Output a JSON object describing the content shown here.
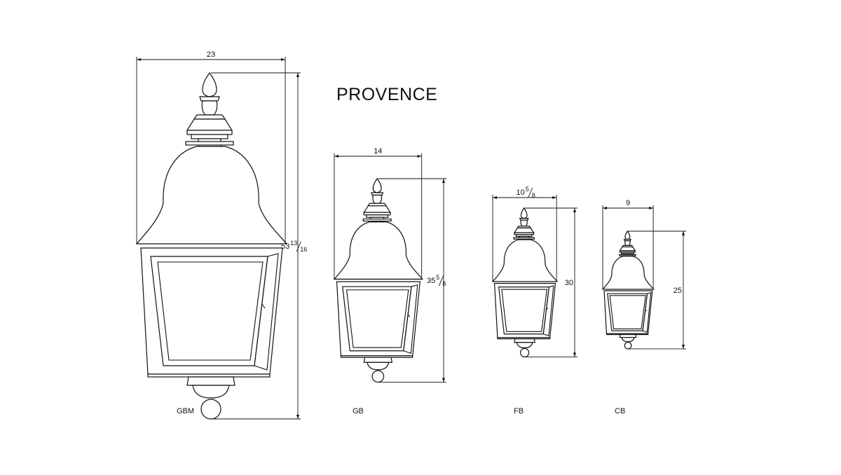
{
  "title": "PROVENCE",
  "lanterns": [
    {
      "model": "GBM",
      "width": {
        "whole": "23",
        "num": "",
        "den": ""
      },
      "height": {
        "whole": "53",
        "num": "13",
        "den": "16"
      }
    },
    {
      "model": "GB",
      "width": {
        "whole": "14",
        "num": "",
        "den": ""
      },
      "height": {
        "whole": "35",
        "num": "5",
        "den": "8"
      }
    },
    {
      "model": "FB",
      "width": {
        "whole": "10",
        "num": "5",
        "den": "8"
      },
      "height": {
        "whole": "30",
        "num": "",
        "den": ""
      }
    },
    {
      "model": "CB",
      "width": {
        "whole": "9",
        "num": "",
        "den": ""
      },
      "height": {
        "whole": "25",
        "num": "",
        "den": ""
      }
    }
  ]
}
